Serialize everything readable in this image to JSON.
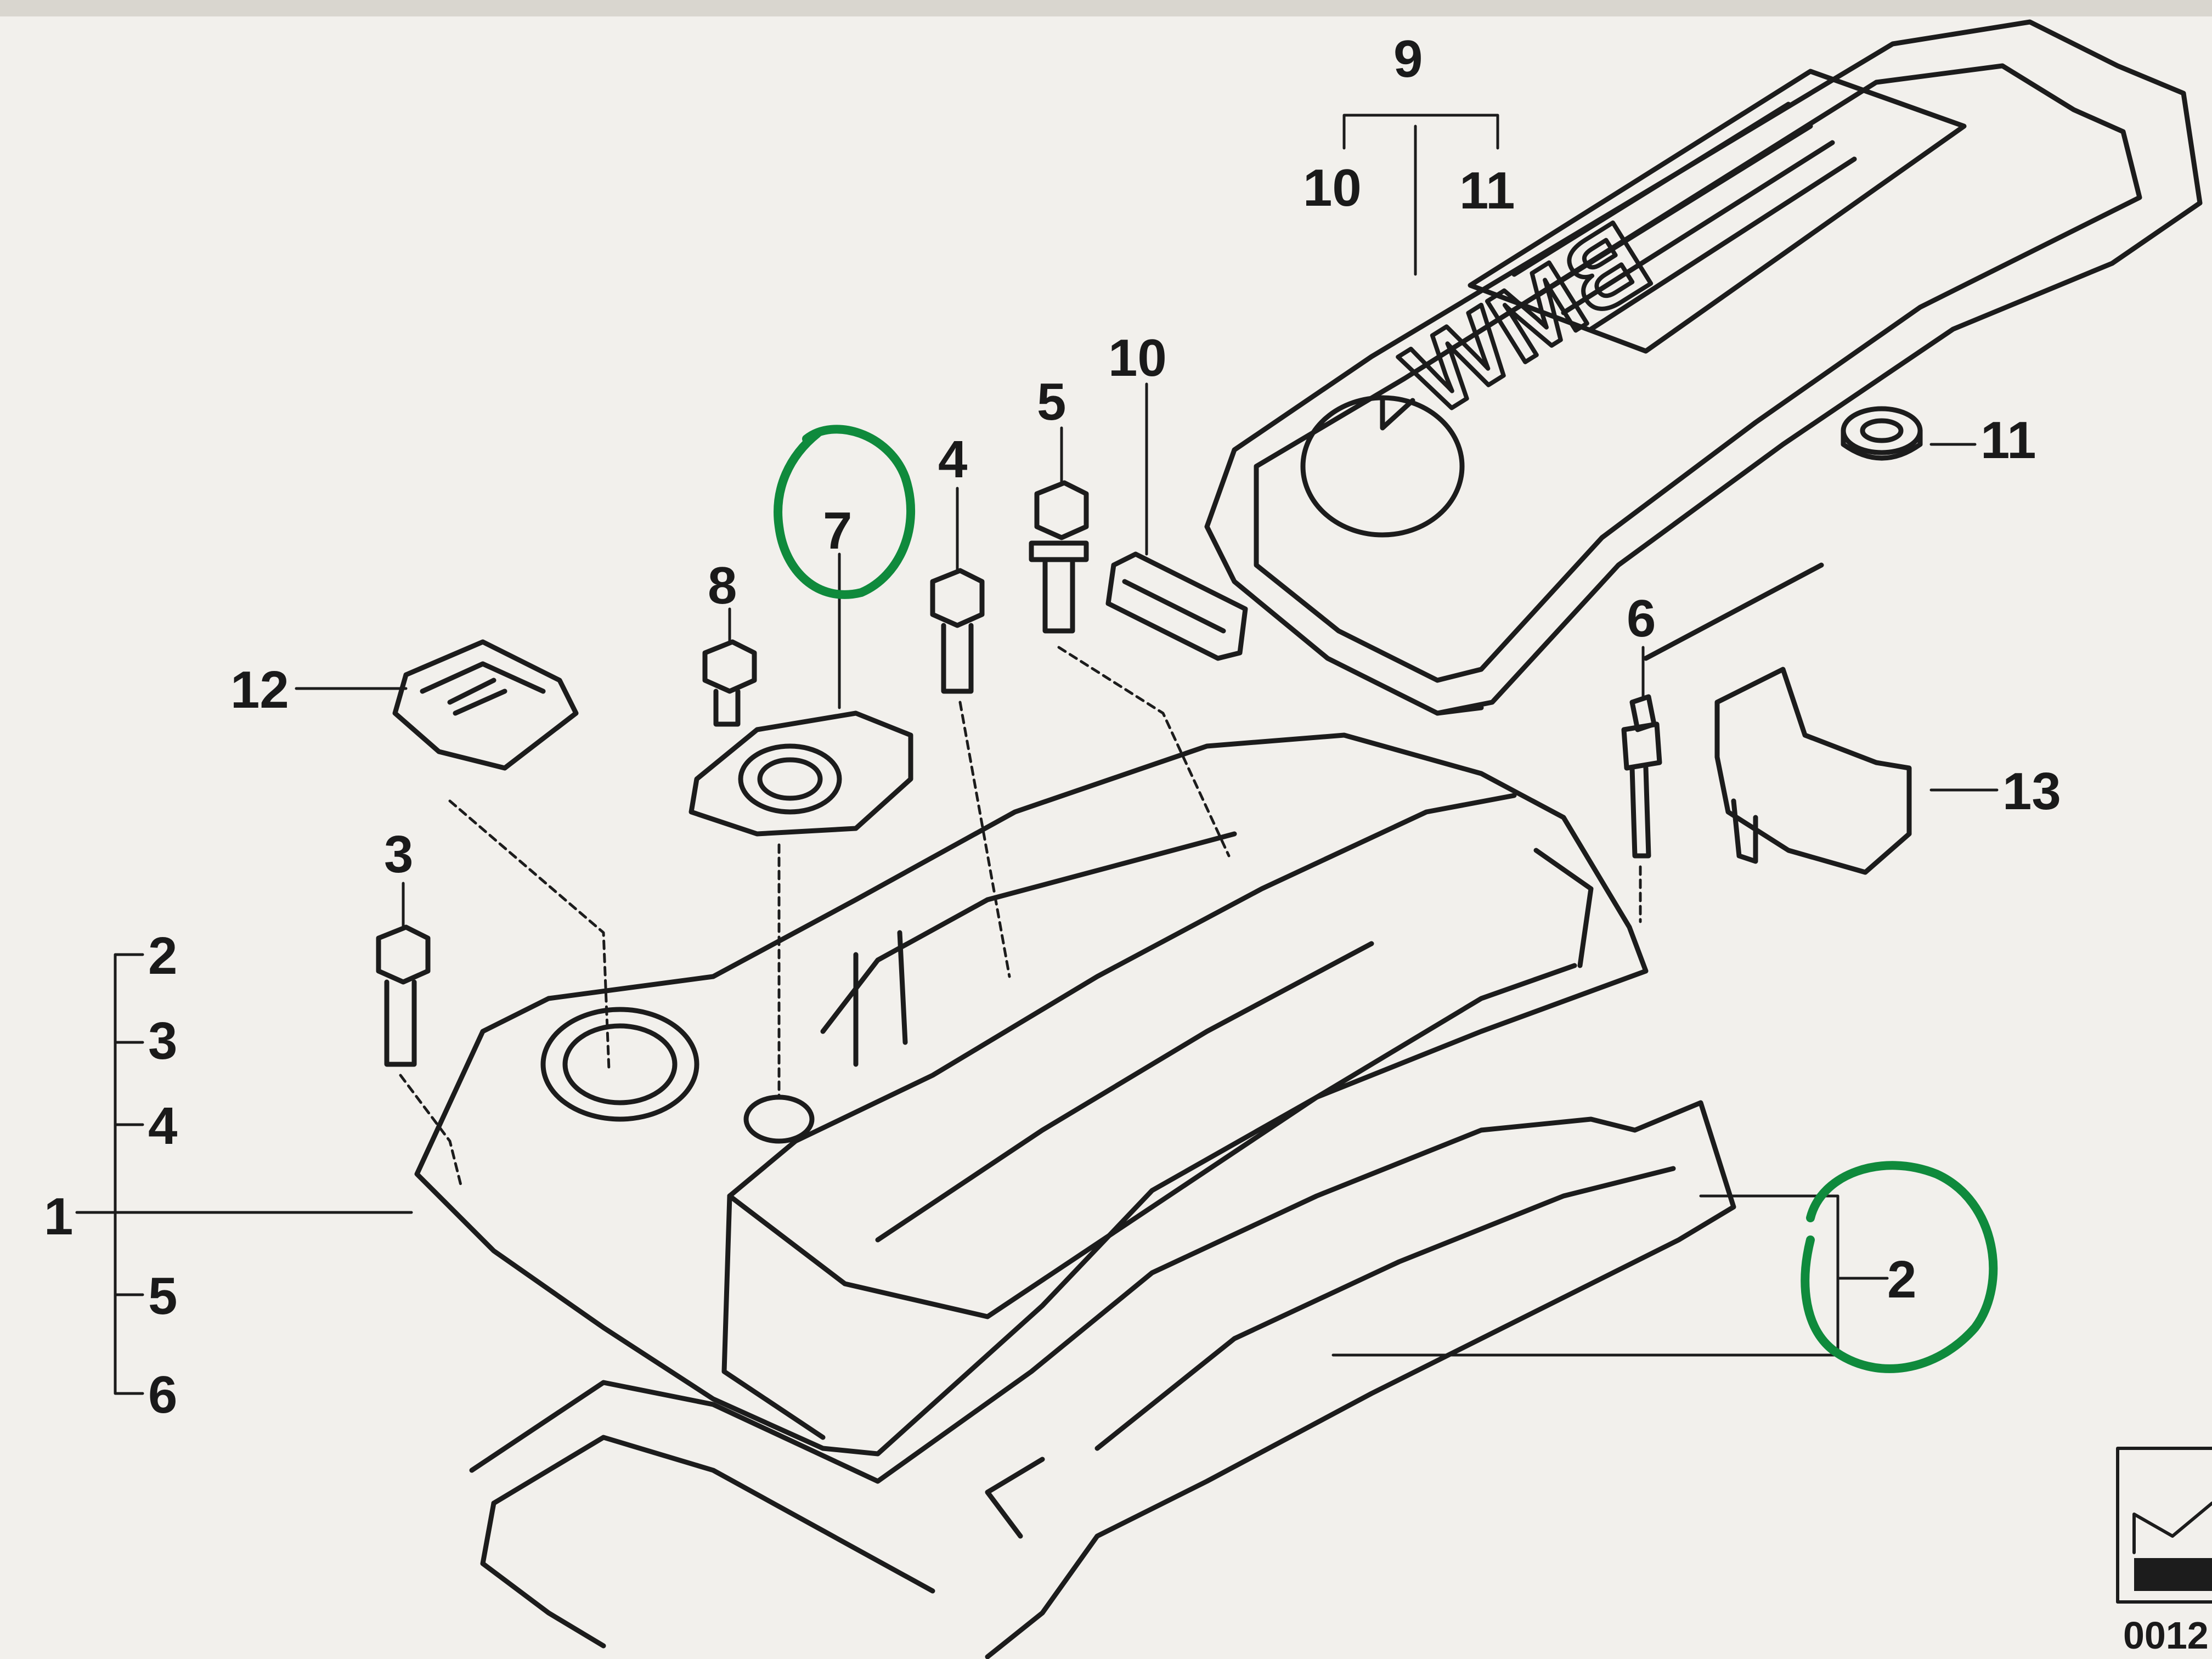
{
  "diagram": {
    "callouts": {
      "c1": "1",
      "c2_main": "2",
      "c2_circled": "2",
      "c3_top": "3",
      "c3_bracket": "3",
      "c4_top": "4",
      "c4_bracket": "4",
      "c5_top": "5",
      "c5_bracket": "5",
      "c6_top": "6",
      "c6_bracket": "6",
      "c7": "7",
      "c8": "8",
      "c9": "9",
      "c10_top": "10",
      "c10_mid": "10",
      "c11_top": "11",
      "c11_right": "11",
      "c12": "12",
      "c13": "13"
    },
    "logo_text": "BMW",
    "footer_code": "0012",
    "annotation_color": "#0f8a3c",
    "ink_color": "#1c1c1c",
    "paper_color": "#efede8"
  }
}
